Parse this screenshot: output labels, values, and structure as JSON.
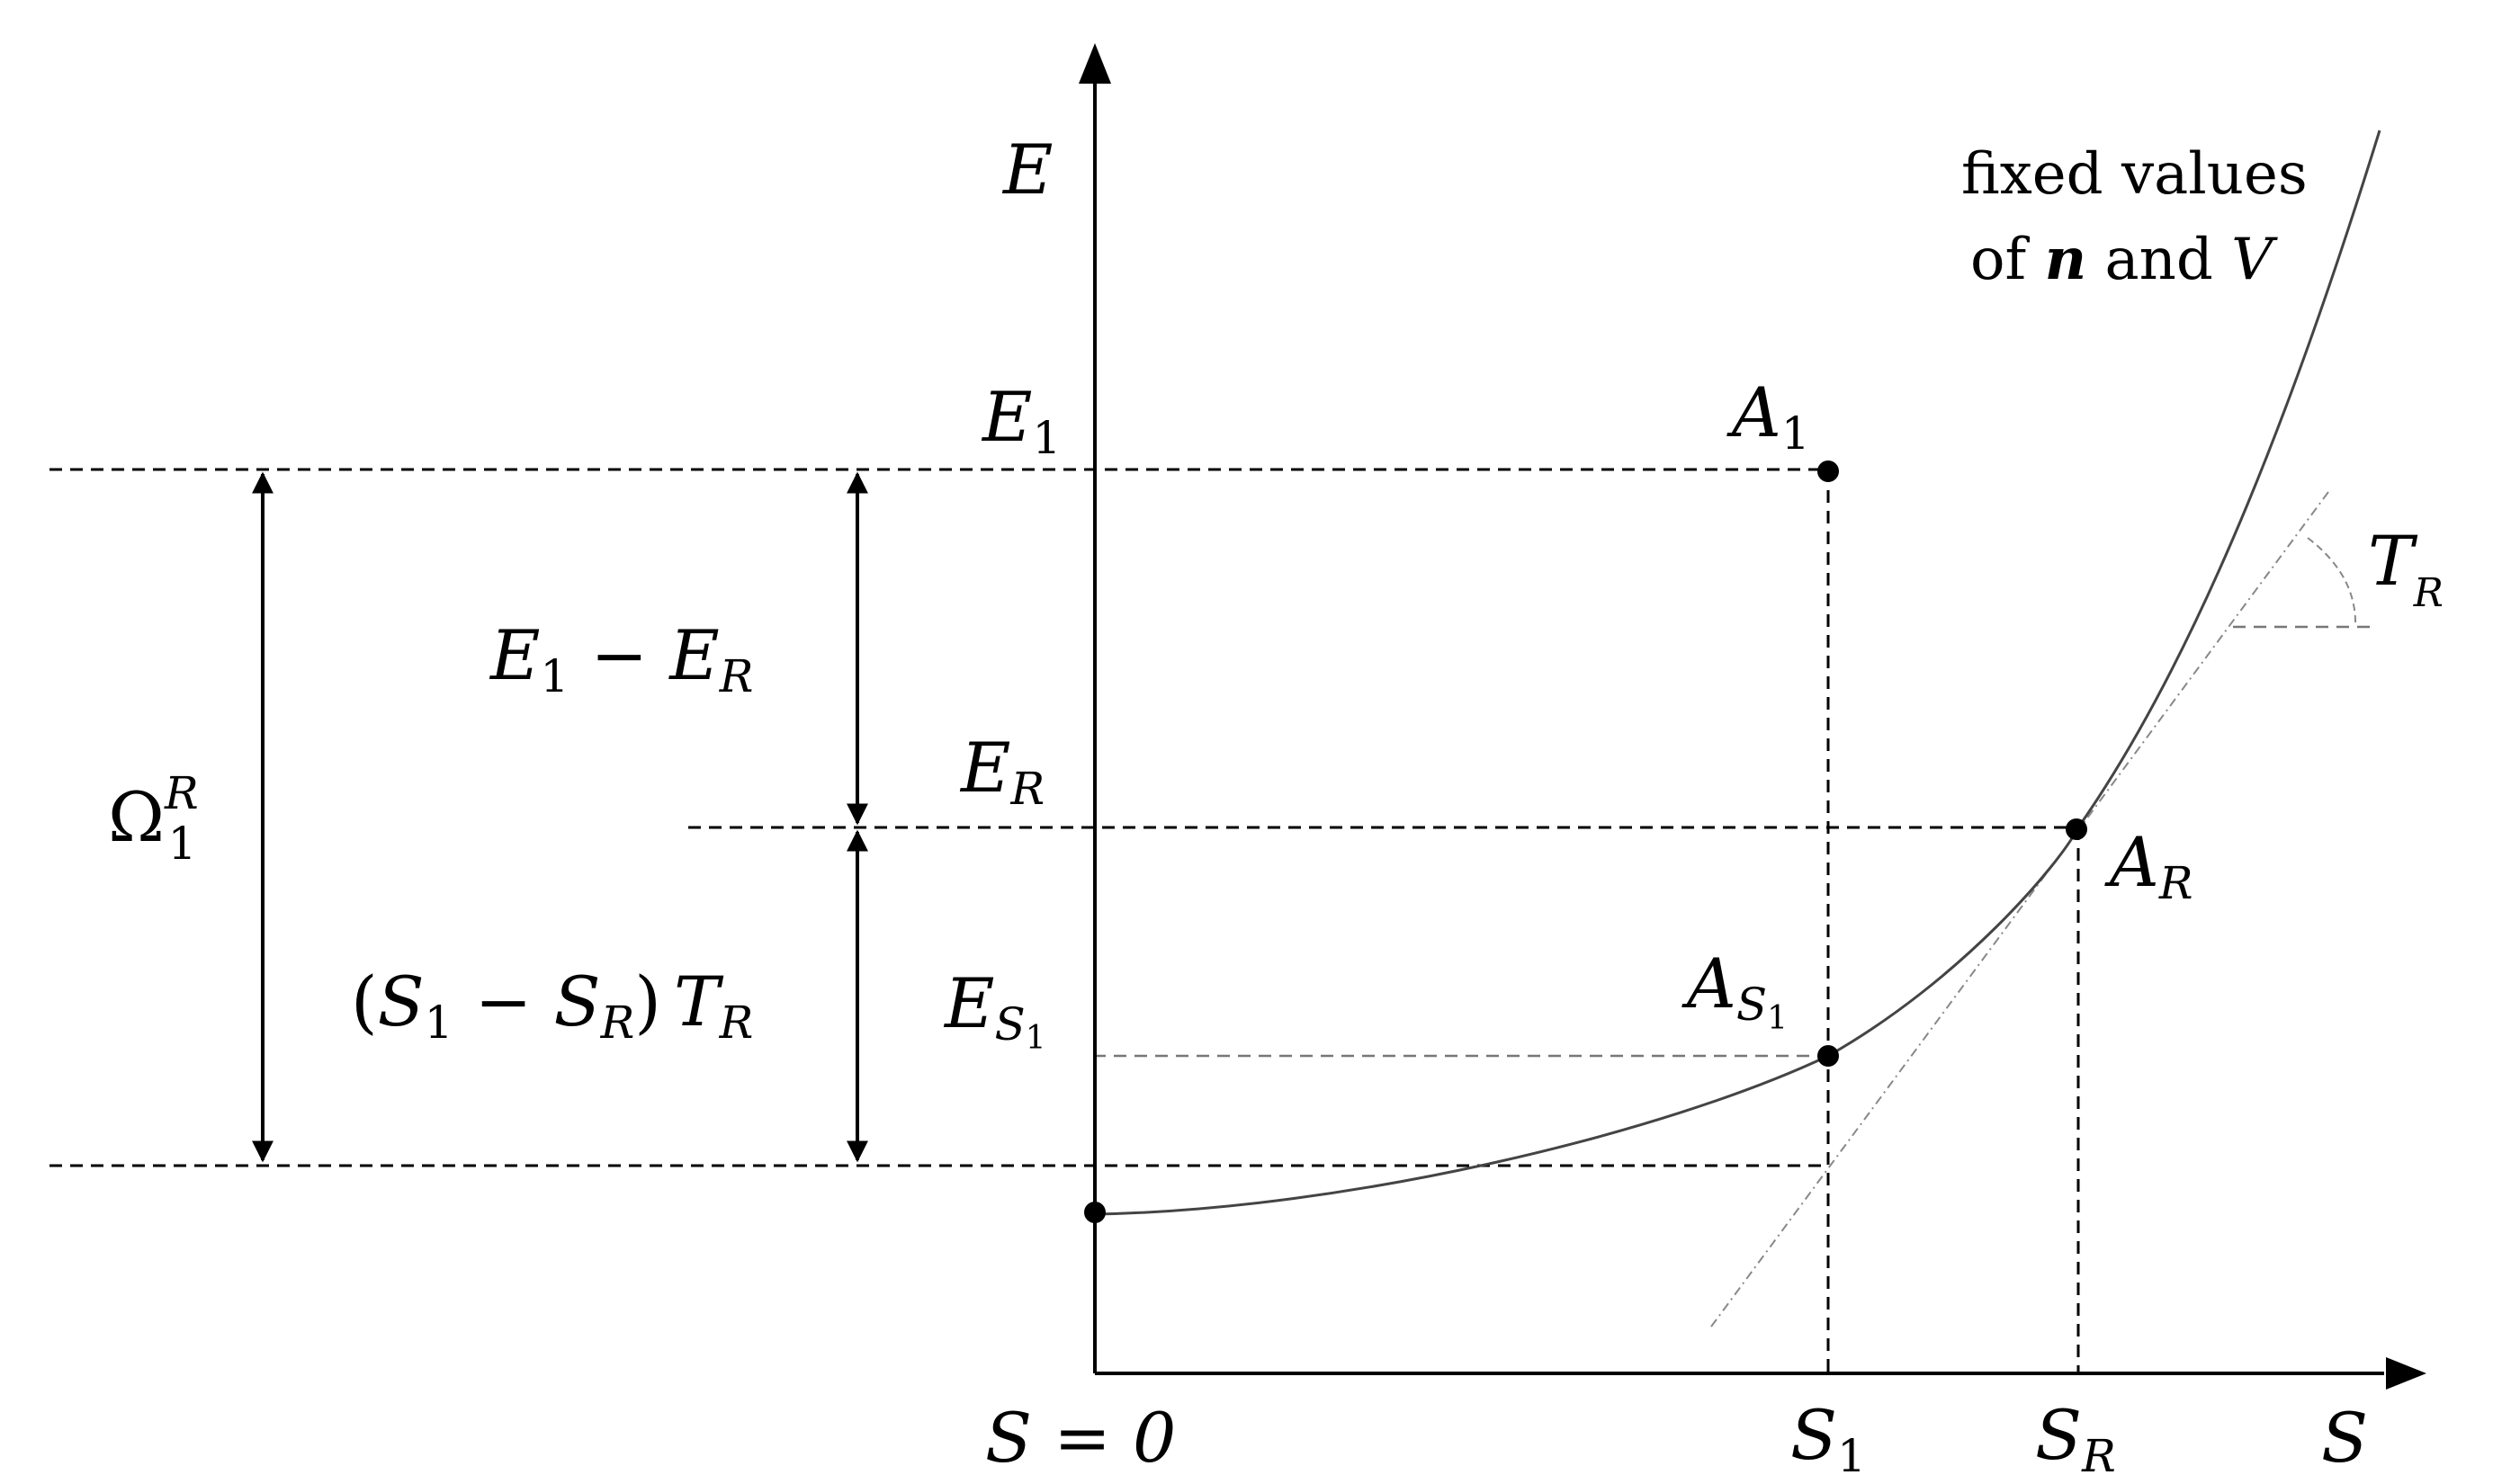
{
  "axes": {
    "y_label": "E",
    "x_label": "S",
    "origin_label": "S = 0"
  },
  "curve_note": {
    "line1": "fixed values",
    "line2_prefix": "of ",
    "line2_bold": "n",
    "line2_mid": " and ",
    "line2_var": "V"
  },
  "y_ticks": {
    "e1": {
      "main": "E",
      "sub": "1"
    },
    "er": {
      "main": "E",
      "sub": "R"
    },
    "es1": {
      "main": "E",
      "sub": "S",
      "subsub": "1"
    }
  },
  "x_ticks": {
    "s1": {
      "main": "S",
      "sub": "1"
    },
    "sr": {
      "main": "S",
      "sub": "R"
    }
  },
  "points": {
    "a1": {
      "main": "A",
      "sub": "1"
    },
    "ar": {
      "main": "A",
      "sub": "R"
    },
    "as1": {
      "main": "A",
      "sub": "S",
      "subsub": "1"
    }
  },
  "tangent_label": {
    "main": "T",
    "sub": "R"
  },
  "dimensions": {
    "e1_minus_er": {
      "a": "E",
      "a_sub": "1",
      "op": " − ",
      "b": "E",
      "b_sub": "R"
    },
    "s_term": {
      "open": "(",
      "a": "S",
      "a_sub": "1",
      "op": " − ",
      "b": "S",
      "b_sub": "R",
      "close": ")",
      "t": "T",
      "t_sub": "R"
    },
    "omega": {
      "main": "Ω",
      "sub": "1",
      "sup": "R"
    }
  }
}
